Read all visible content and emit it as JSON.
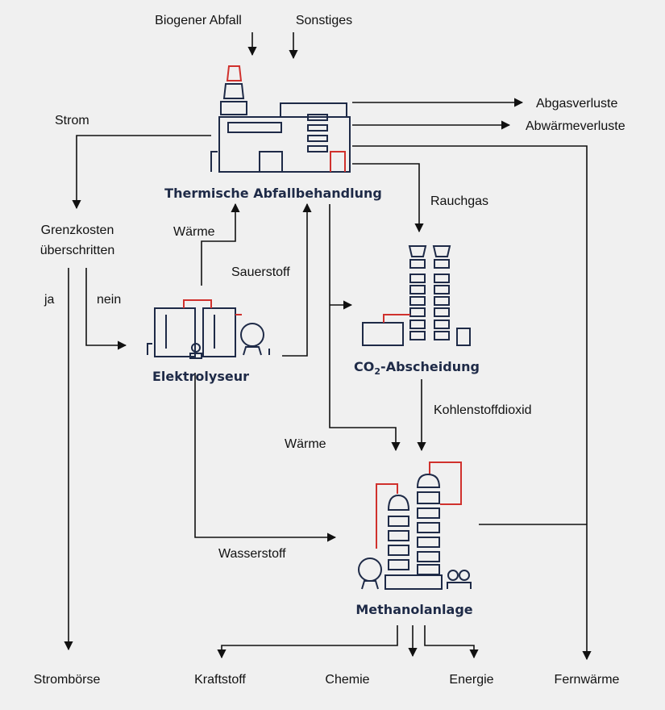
{
  "inputs": {
    "biogenic_waste": "Biogener Abfall",
    "other": "Sonstiges"
  },
  "plants": {
    "waste_treatment": "Thermische Abfallbehandlung",
    "electrolyser": "Elektrolyseur",
    "co2_capture": {
      "prefix": "CO",
      "subscript": "2",
      "suffix": "-Abscheidung"
    },
    "methanol": "Methanolanlage"
  },
  "flows": {
    "exhaust_losses": "Abgasverluste",
    "waste_heat_losses": "Abwärmeverluste",
    "power": "Strom",
    "flue_gas": "Rauchgas",
    "heat_to_waste_treatment": "Wärme",
    "oxygen": "Sauerstoff",
    "co2": "Kohlenstoffdioxid",
    "heat_to_methanol": "Wärme",
    "hydrogen": "Wasserstoff"
  },
  "decision": {
    "line1": "Grenzkosten",
    "line2": "überschritten",
    "yes": "ja",
    "no": "nein"
  },
  "outputs": {
    "power_exchange": "Strombörse",
    "fuel": "Kraftstoff",
    "chemistry": "Chemie",
    "energy": "Energie",
    "district_heating": "Fernwärme"
  },
  "colors": {
    "plant": "#1e2a47",
    "accent": "#d0312d",
    "flow": "#111111",
    "background": "#f0f0f0"
  }
}
